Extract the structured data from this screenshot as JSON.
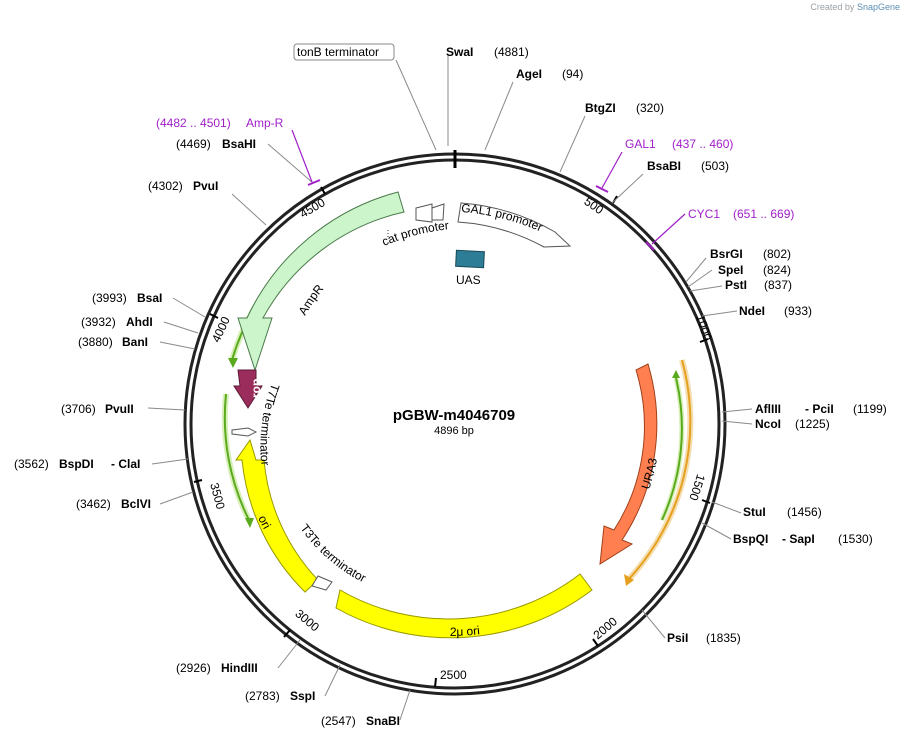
{
  "credit": {
    "prefix": "Created by",
    "brand": "SnapGene"
  },
  "plasmid": {
    "name": "pGBW-m4046709",
    "length_label": "4896 bp"
  },
  "ticks": [
    "500",
    "1000",
    "1500",
    "2000",
    "2500",
    "3000",
    "3500",
    "4000",
    "4500"
  ],
  "sites": [
    {
      "name": "SwaI",
      "pos": "(4881)"
    },
    {
      "name": "AgeI",
      "pos": "(94)"
    },
    {
      "name": "BtgZI",
      "pos": "(320)"
    },
    {
      "name": "BsaBI",
      "pos": "(503)"
    },
    {
      "name": "BsrGI",
      "pos": "(802)"
    },
    {
      "name": "SpeI",
      "pos": "(824)"
    },
    {
      "name": "PstI",
      "pos": "(837)"
    },
    {
      "name": "NdeI",
      "pos": "(933)"
    },
    {
      "name": "AflIII",
      "sep": "- PciI",
      "pos": "(1199)"
    },
    {
      "name": "NcoI",
      "pos": "(1225)"
    },
    {
      "name": "StuI",
      "pos": "(1456)"
    },
    {
      "name": "BspQI",
      "sep": "- SapI",
      "pos": "(1530)"
    },
    {
      "name": "PsiI",
      "pos": "(1835)"
    },
    {
      "name": "SnaBI",
      "pos": "(2547)"
    },
    {
      "name": "SspI",
      "pos": "(2783)"
    },
    {
      "name": "HindIII",
      "pos": "(2926)"
    },
    {
      "name": "BclVI",
      "pos": "(3462)"
    },
    {
      "name": "BspDI",
      "sep": "- ClaI",
      "pos": "(3562)"
    },
    {
      "name": "PvuII",
      "pos": "(3706)"
    },
    {
      "name": "BanI",
      "pos": "(3880)"
    },
    {
      "name": "AhdI",
      "pos": "(3932)"
    },
    {
      "name": "BsaI",
      "pos": "(3993)"
    },
    {
      "name": "PvuI",
      "pos": "(4302)"
    },
    {
      "name": "BsaHI",
      "pos": "(4469)"
    }
  ],
  "primers": [
    {
      "name": "Amp-R",
      "range": "(4482 .. 4501)"
    },
    {
      "name": "GAL1",
      "range": "(437 .. 460)"
    },
    {
      "name": "CYC1",
      "range": "(651 .. 669)"
    }
  ],
  "features": {
    "tonb": "tonB terminator",
    "gal1_promoter": "GAL1 promoter",
    "cat_promoter": "cat promoter",
    "uas": "UAS",
    "ampr": "AmpR",
    "rop": "rop",
    "t7te": "T7Te terminator",
    "t3te": "T3Te terminator",
    "ori": "ori",
    "two_micron": "2μ ori",
    "ura3": "URA3"
  },
  "colors": {
    "backbone": "#222222",
    "ampr": "#ccf5cc",
    "rop": "#9b2d5c",
    "ori": "#ffff00",
    "ura3": "#ff7f50",
    "uas": "#2e7d96",
    "primer": "#a020c8",
    "orf_green": "#5aaa1e",
    "orf_orange": "#e6a020"
  }
}
